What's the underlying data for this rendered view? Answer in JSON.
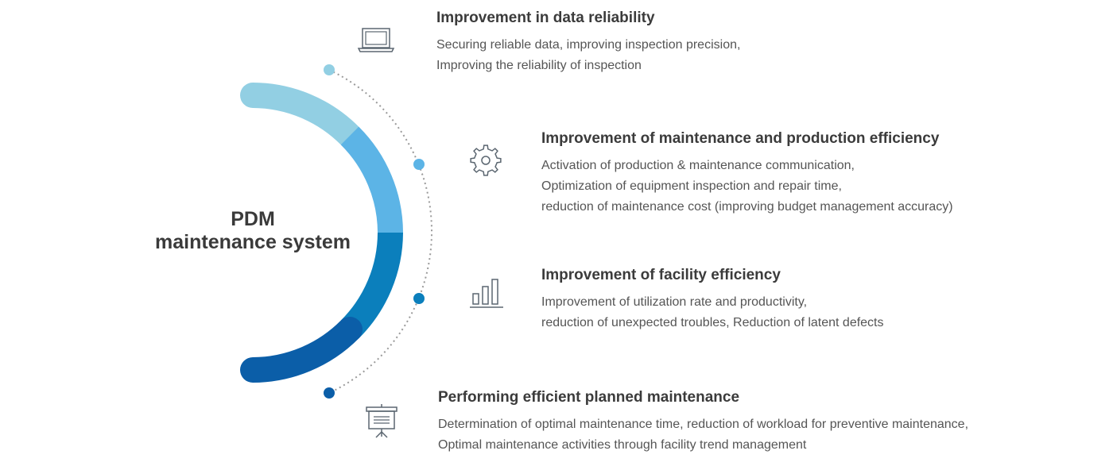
{
  "center": {
    "line1": "PDM",
    "line2": "maintenance system"
  },
  "items": [
    {
      "title": "Improvement in data reliability",
      "lines": [
        "Securing reliable data, improving inspection precision,",
        "Improving the reliability of inspection"
      ],
      "icon": "laptop-icon"
    },
    {
      "title": "Improvement of maintenance and production efficiency",
      "lines": [
        "Activation of production & maintenance communication,",
        "Optimization of equipment inspection and repair time,",
        "reduction of maintenance cost (improving budget management accuracy)"
      ],
      "icon": "gear-icon"
    },
    {
      "title": "Improvement of facility efficiency",
      "lines": [
        "Improvement of utilization rate and productivity,",
        "reduction of unexpected troubles, Reduction of latent defects"
      ],
      "icon": "bar-chart-icon"
    },
    {
      "title": "Performing efficient planned maintenance",
      "lines": [
        "Determination of optimal maintenance time, reduction of workload for preventive maintenance,",
        "Optimal maintenance activities through facility trend management"
      ],
      "icon": "presentation-board-icon"
    }
  ],
  "colors": {
    "segment1": "#92cfe3",
    "segment2": "#5cb4e6",
    "segment3": "#0b7fbc",
    "segment4": "#0b5ea8",
    "dot1": "#92cfe3",
    "dot2": "#5cb4e6",
    "dot3": "#0b7fbc",
    "dot4": "#0b5ea8",
    "dotted": "#9a9a9a",
    "icon": "#5b6670"
  }
}
